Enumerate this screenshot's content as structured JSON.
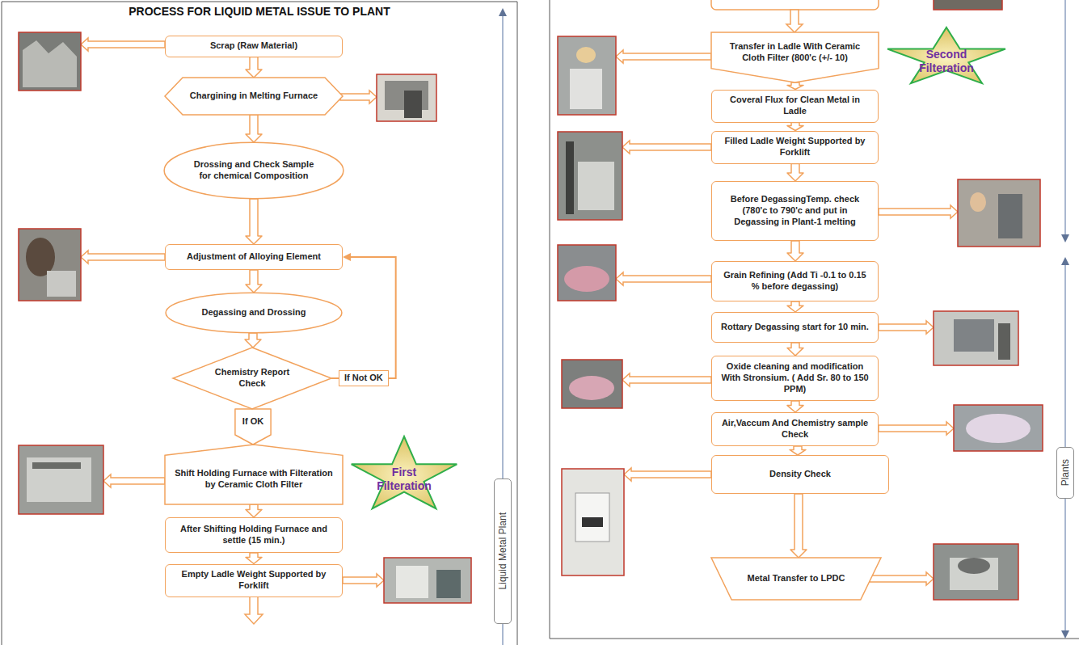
{
  "diagram": {
    "title": "PROCESS FOR LIQUID METAL ISSUE TO PLANT",
    "nodes": [
      {
        "text": [
          "Scrap (Raw Material)"
        ]
      },
      {
        "text": [
          "Chargining in Melting Furnace"
        ]
      },
      {
        "text": [
          "Drossing and Check Sample for chemical Composition"
        ]
      },
      {
        "text": [
          "Adjustment of Alloying Element"
        ]
      },
      {
        "text": [
          "Degassing and Drossing"
        ]
      },
      {
        "text": [
          "Chemistry Report Check"
        ]
      },
      {
        "text": [
          "Shift Holding Furnace with Filteration by Ceramic Cloth Filter"
        ]
      },
      {
        "text": [
          "First Filteration"
        ]
      },
      {
        "text": [
          "After Shifting Holding Furnace and settle (15 min.)"
        ]
      },
      {
        "text": [
          "Empty Ladle Weight Supported by Forklift"
        ]
      },
      {
        "text": [
          "Liquid Metal Plant"
        ]
      },
      {
        "text": [
          "Transfer in Ladle With Ceramic Cloth Filter (800'c (+/- 10)"
        ]
      },
      {
        "text": [
          "Second Filteration"
        ]
      },
      {
        "text": [
          "Coveral Flux for Clean Metal in Ladle"
        ]
      },
      {
        "text": [
          "Filled Ladle Weight Supported by Forklift"
        ]
      },
      {
        "text": [
          "Before DegassingTemp. check (780'c to 790'c and put in Degassing in Plant-1 melting"
        ]
      },
      {
        "text": [
          "Grain Refining (Add Ti -0.1 to 0.15 % before degassing)"
        ]
      },
      {
        "text": [
          "Rottary Degassing start for 10 min."
        ]
      },
      {
        "text": [
          "Oxide cleaning and modification With Stronsium. ( Add Sr. 80 to 150 PPM)"
        ]
      },
      {
        "text": [
          "Air,Vaccum And Chemistry sample Check"
        ]
      },
      {
        "text": [
          "Density Check"
        ]
      },
      {
        "text": [
          "Metal Transfer to LPDC"
        ]
      },
      {
        "text": [
          "Plants"
        ]
      }
    ],
    "edges": [
      {
        "from": 0,
        "to": 1,
        "arrow": "to"
      },
      {
        "from": 1,
        "to": 2,
        "arrow": "to"
      },
      {
        "from": 2,
        "to": 3,
        "arrow": "to"
      },
      {
        "from": 3,
        "to": 4,
        "arrow": "to"
      },
      {
        "from": 4,
        "to": 5,
        "arrow": "to"
      },
      {
        "from": 5,
        "to": 6,
        "label": "If OK",
        "arrow": "to"
      },
      {
        "from": 5,
        "to": 3,
        "label": "If Not OK",
        "arrow": "to"
      },
      {
        "from": 6,
        "to": 8,
        "arrow": "to"
      },
      {
        "from": 8,
        "to": 9,
        "arrow": "to"
      },
      {
        "from": 11,
        "to": 13,
        "arrow": "to"
      },
      {
        "from": 13,
        "to": 14,
        "arrow": "to"
      },
      {
        "from": 14,
        "to": 15,
        "arrow": "to"
      },
      {
        "from": 15,
        "to": 16,
        "arrow": "to"
      },
      {
        "from": 16,
        "to": 17,
        "arrow": "to"
      },
      {
        "from": 17,
        "to": 18,
        "arrow": "to"
      },
      {
        "from": 18,
        "to": 19,
        "arrow": "to"
      },
      {
        "from": 19,
        "to": 20,
        "arrow": "to"
      },
      {
        "from": 20,
        "to": 21,
        "arrow": "to"
      }
    ]
  }
}
